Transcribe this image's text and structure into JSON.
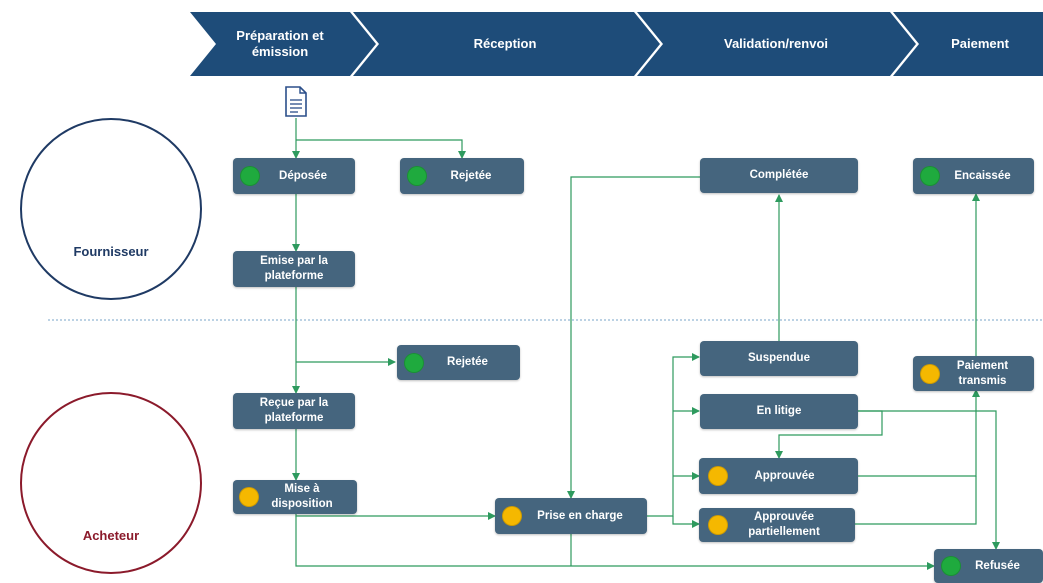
{
  "phases": [
    {
      "label": "Préparation et\némission"
    },
    {
      "label": "Réception"
    },
    {
      "label": "Validation/renvoi"
    },
    {
      "label": "Paiement"
    }
  ],
  "roles": {
    "supplier": {
      "label": "Fournisseur"
    },
    "buyer": {
      "label": "Acheteur"
    }
  },
  "icons": {
    "document": "document-icon",
    "supplier": "delivery-person-icon",
    "buyer": "businessman-building-icon"
  },
  "nodes": {
    "deposee": {
      "label": "Déposée",
      "status": "green"
    },
    "rejetee_1": {
      "label": "Rejetée",
      "status": "green"
    },
    "completee": {
      "label": "Complétée"
    },
    "encaissee": {
      "label": "Encaissée",
      "status": "green"
    },
    "emise": {
      "label": "Emise par la\nplateforme"
    },
    "rejetee_2": {
      "label": "Rejetée",
      "status": "green"
    },
    "suspendue": {
      "label": "Suspendue"
    },
    "paiement_transmis": {
      "label": "Paiement\ntransmis",
      "status": "yellow"
    },
    "recue": {
      "label": "Reçue par la\nplateforme"
    },
    "en_litige": {
      "label": "En litige"
    },
    "mise_disposition": {
      "label": "Mise à\ndisposition",
      "status": "yellow"
    },
    "prise_en_charge": {
      "label": "Prise en charge",
      "status": "yellow"
    },
    "approuvee": {
      "label": "Approuvée",
      "status": "yellow"
    },
    "approuvee_part": {
      "label": "Approuvée\npartiellement",
      "status": "yellow"
    },
    "refusee": {
      "label": "Refusée",
      "status": "green"
    }
  },
  "colors": {
    "phase_fill": "#1e4c79",
    "node_fill": "#45657e",
    "connector": "#2e9a5e",
    "separator": "#7aa6c8",
    "status_green": "#1faa3e",
    "status_yellow": "#f5b800",
    "supplier_border": "#1f3a64",
    "supplier_label": "#1f3a64",
    "buyer_border": "#8b1a2b",
    "buyer_label": "#8b1a2b"
  }
}
